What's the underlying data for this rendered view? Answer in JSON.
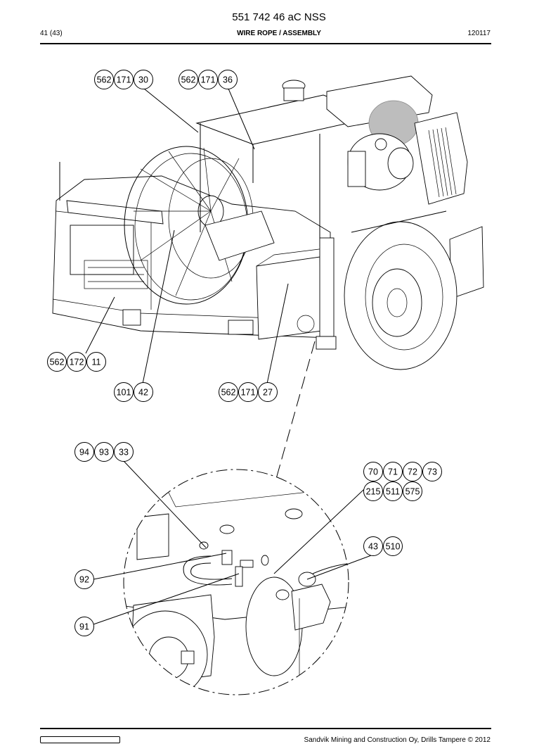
{
  "header": {
    "doc_title": "551 742 46 aC NSS",
    "page_info": "41 (43)",
    "section_title": "WIRE ROPE / ASSEMBLY",
    "date": "120117"
  },
  "footer": {
    "copyright": "Sandvik Mining and Construction Oy, Drills Tampere © 2012"
  },
  "callouts": {
    "c1": [
      "562",
      "171",
      "30"
    ],
    "c2": [
      "562",
      "171",
      "36"
    ],
    "c3": [
      "562",
      "172",
      "11"
    ],
    "c4": [
      "101",
      "42"
    ],
    "c5": [
      "562",
      "171",
      "27"
    ],
    "c6": [
      "94",
      "93",
      "33"
    ],
    "c7a": [
      "70",
      "71",
      "72",
      "73"
    ],
    "c7b": [
      "215",
      "511",
      "575"
    ],
    "c8": [
      "43",
      "510"
    ],
    "c9": [
      "92"
    ],
    "c10": [
      "91"
    ]
  }
}
